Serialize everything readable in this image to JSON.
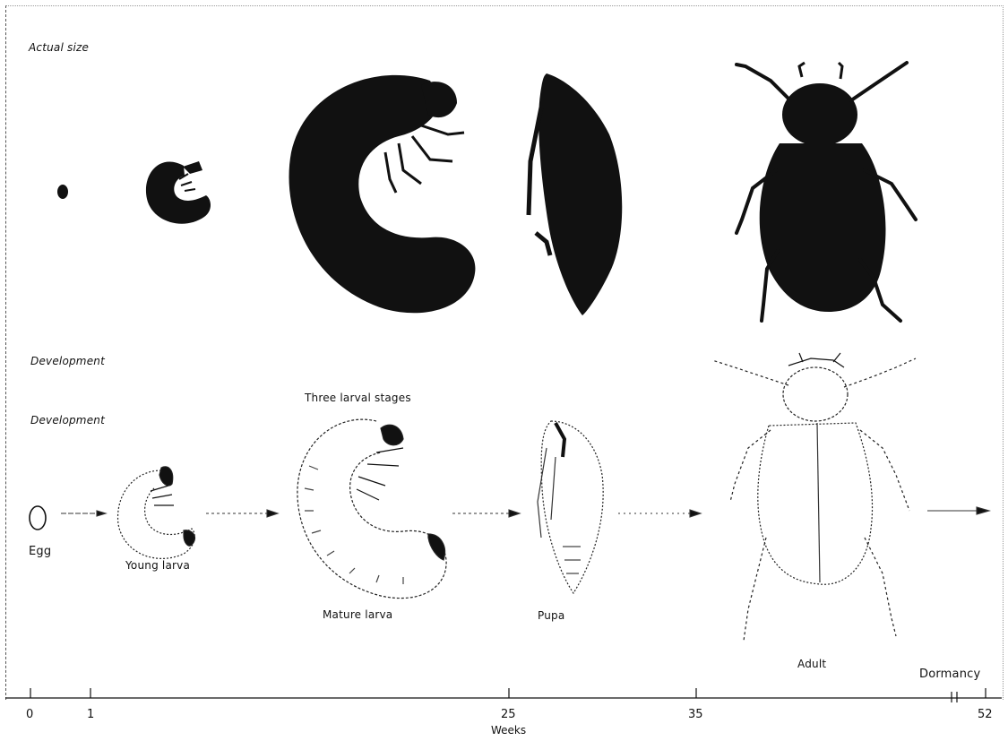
{
  "labels": {
    "actual_size": "Actual size",
    "development_1": "Development",
    "development_2": "Development",
    "three_larval_stages": "Three larval stages",
    "egg": "Egg",
    "young_larva": "Young larva",
    "mature_larva": "Mature larva",
    "pupa": "Pupa",
    "adult": "Adult",
    "dormancy": "Dormancy"
  },
  "axis": {
    "title": "Weeks",
    "ticks": [
      "0",
      "1",
      "25",
      "35",
      "52"
    ]
  }
}
